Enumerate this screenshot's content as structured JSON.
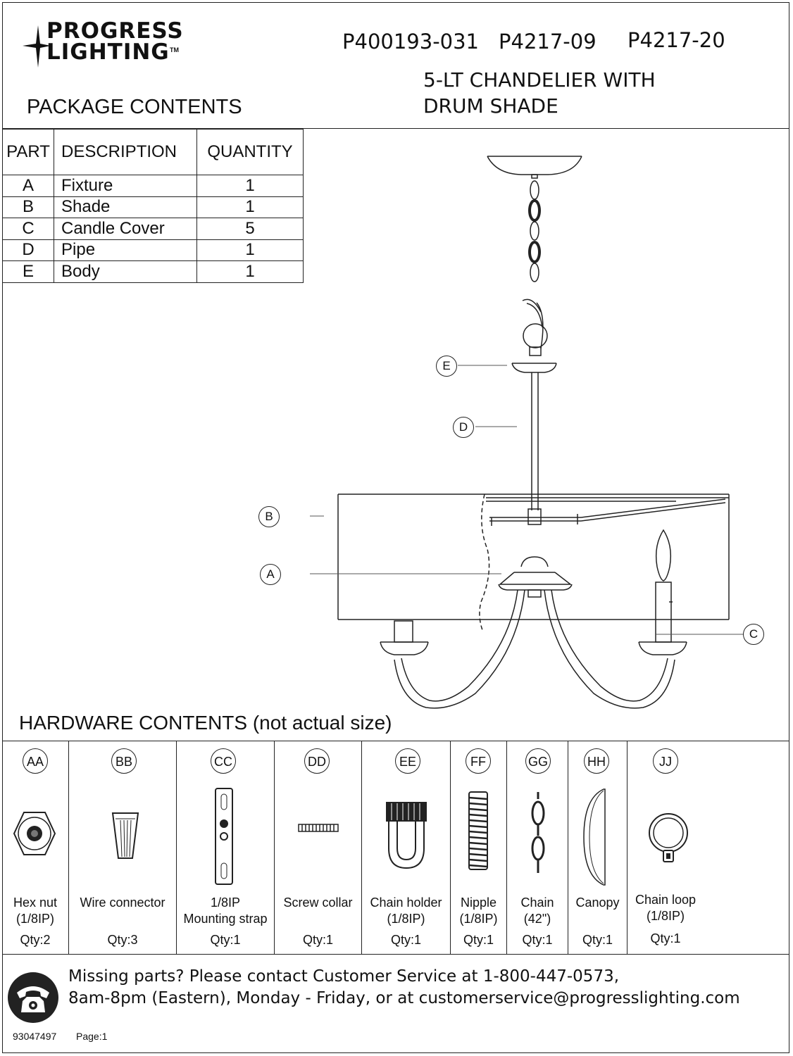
{
  "header": {
    "brand_line1": "PROGRESS",
    "brand_line2": "LIGHTING",
    "brand_tm": "TM",
    "models": [
      "P400193-031",
      "P4217-09",
      "P4217-20"
    ],
    "product_title_line1": "5-LT CHANDELIER WITH",
    "product_title_line2": "DRUM SHADE"
  },
  "package": {
    "title": "PACKAGE CONTENTS",
    "columns": [
      "PART",
      "DESCRIPTION",
      "QUANTITY"
    ],
    "rows": [
      {
        "part": "A",
        "description": "Fixture",
        "quantity": "1"
      },
      {
        "part": "B",
        "description": "Shade",
        "quantity": "1"
      },
      {
        "part": "C",
        "description": "Candle Cover",
        "quantity": "5"
      },
      {
        "part": "D",
        "description": "Pipe",
        "quantity": "1"
      },
      {
        "part": "E",
        "description": "Body",
        "quantity": "1"
      }
    ]
  },
  "diagram": {
    "labels": [
      "E",
      "D",
      "B",
      "A",
      "C"
    ]
  },
  "hardware": {
    "title": "HARDWARE CONTENTS (not actual size)",
    "items": [
      {
        "code": "AA",
        "name1": "Hex nut",
        "name2": "(1/8IP)",
        "qty": "Qty:2",
        "icon": "hex-nut-icon"
      },
      {
        "code": "BB",
        "name1": "Wire connector",
        "name2": "",
        "qty": "Qty:3",
        "icon": "wire-connector-icon"
      },
      {
        "code": "CC",
        "name1": "1/8IP",
        "name2": "Mounting strap",
        "qty": "Qty:1",
        "icon": "mounting-strap-icon"
      },
      {
        "code": "DD",
        "name1": "Screw collar",
        "name2": "",
        "qty": "Qty:1",
        "icon": "screw-collar-icon"
      },
      {
        "code": "EE",
        "name1": "Chain holder",
        "name2": "(1/8IP)",
        "qty": "Qty:1",
        "icon": "chain-holder-icon"
      },
      {
        "code": "FF",
        "name1": "Nipple",
        "name2": "(1/8IP)",
        "qty": "Qty:1",
        "icon": "nipple-icon"
      },
      {
        "code": "GG",
        "name1": "Chain",
        "name2": "(42\")",
        "qty": "Qty:1",
        "icon": "chain-icon"
      },
      {
        "code": "HH",
        "name1": "Canopy",
        "name2": "",
        "qty": "Qty:1",
        "icon": "canopy-icon"
      },
      {
        "code": "JJ",
        "name1": "Chain loop",
        "name2": "(1/8IP)",
        "qty": "Qty:1",
        "icon": "chain-loop-icon"
      }
    ]
  },
  "service": {
    "line1": "Missing parts? Please contact Customer Service at 1-800-447-0573,",
    "line2": "8am-8pm (Eastern), Monday - Friday,  or at customerservice@progresslighting.com",
    "icon": "telephone-icon"
  },
  "footer": {
    "doc_number": "93047497",
    "page": "Page:1"
  }
}
